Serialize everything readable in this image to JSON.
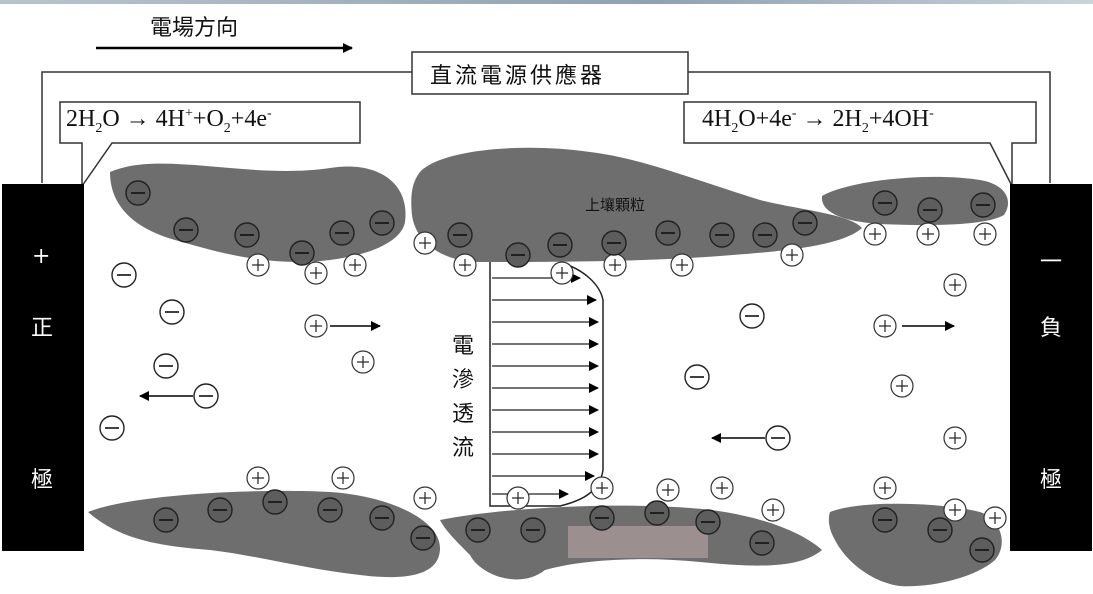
{
  "field_direction_label": "電場方向",
  "power_supply_label": "直流電源供應器",
  "equations": {
    "anode": {
      "lhs": "2H",
      "s1": "2",
      "mid": "O → 4H",
      "sup1": "+",
      "mid2": "+O",
      "s2": "2",
      "end": "+4e",
      "sup2": "-"
    },
    "cathode": {
      "lhs": "4H",
      "s1": "2",
      "mid": "O+4e",
      "sup1": "-",
      "mid2": " → 2H",
      "s2": "2",
      "end": "+4OH",
      "sup2": "-"
    }
  },
  "anode": {
    "sign": "+",
    "chars": [
      "正",
      "極"
    ]
  },
  "cathode": {
    "sign": "一",
    "chars": [
      "負",
      "極"
    ]
  },
  "soil_particle_label": "上壤顆粒",
  "electroosmosis_chars": [
    "電",
    "滲",
    "透",
    "流"
  ],
  "colors": {
    "electrode": "#000000",
    "particle": "#6e6e6e",
    "ion_fill": "#ffffff",
    "particle_ion_fill": "#5d5d5d"
  }
}
